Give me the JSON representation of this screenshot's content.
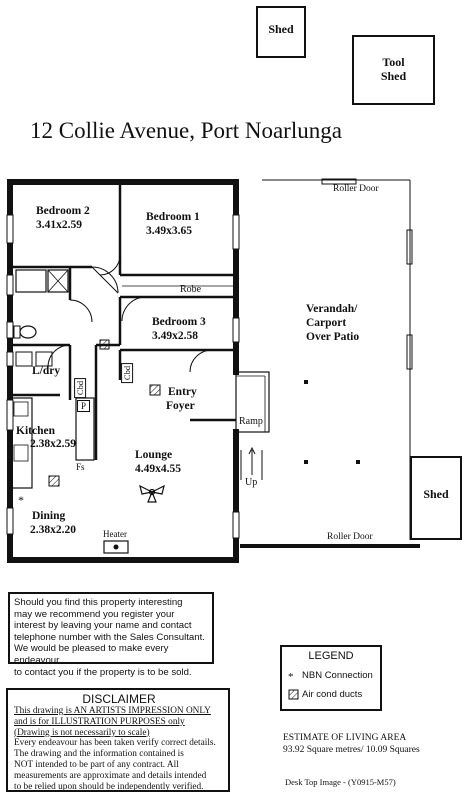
{
  "title": "12 Collie Avenue, Port Noarlunga",
  "outbuildings": {
    "shed_top": "Shed",
    "tool_shed_l1": "Tool",
    "tool_shed_l2": "Shed",
    "shed_right": "Shed"
  },
  "rooms": {
    "bed2_name": "Bedroom 2",
    "bed2_size": "3.41x2.59",
    "bed1_name": "Bedroom 1",
    "bed1_size": "3.49x3.65",
    "robe": "Robe",
    "bed3_name": "Bedroom 3",
    "bed3_size": "3.49x2.58",
    "ldry": "L/dry",
    "cbd1": "Cbd",
    "cbd2": "Cbd",
    "p": "P",
    "entry_l1": "Entry",
    "entry_l2": "Foyer",
    "kitchen_name": "Kitchen",
    "kitchen_size": "2.38x2.59",
    "fs": "Fs",
    "lounge_name": "Lounge",
    "lounge_size": "4.49x4.55",
    "dining_name": "Dining",
    "dining_size": "2.38x2.20",
    "heater": "Heater",
    "ramp": "Ramp",
    "up": "Up",
    "verandah_l1": "Verandah/",
    "verandah_l2": "Carport",
    "verandah_l3": "Over Patio",
    "roller_door_top": "Roller Door",
    "roller_door_bottom": "Roller Door",
    "asterisk": "*"
  },
  "notice": [
    "Should you find this property interesting",
    "may we recommend you register your",
    "interest by leaving your name and contact",
    "telephone number with the Sales Consultant.",
    "We would be pleased to make every endeavour",
    "to contact you if the property is to be sold."
  ],
  "legend": {
    "title": "LEGEND",
    "nbn": "NBN Connection",
    "nbn_symbol": "*",
    "aircon": "Air cond ducts"
  },
  "disclaimer": {
    "title": "DISCLAIMER",
    "lines_underlined": [
      "This drawing is AN ARTISTS IMPRESSION ONLY",
      "and is for ILLUSTRATION PURPOSES only",
      "(Drawing is not necessarily to scale)"
    ],
    "lines": [
      "Every endeavour has been taken verify correct details.",
      "The drawing and the information contained is",
      "NOT intended to be part of any contract.  All",
      "measurements are approximate and details intended",
      "to be relied upon should be independently verified."
    ]
  },
  "estimate": {
    "title": "ESTIMATE OF LIVING AREA",
    "value": "93.92 Square metres/  10.09 Squares"
  },
  "footer": "Desk Top Image - (Y0915-M57)"
}
